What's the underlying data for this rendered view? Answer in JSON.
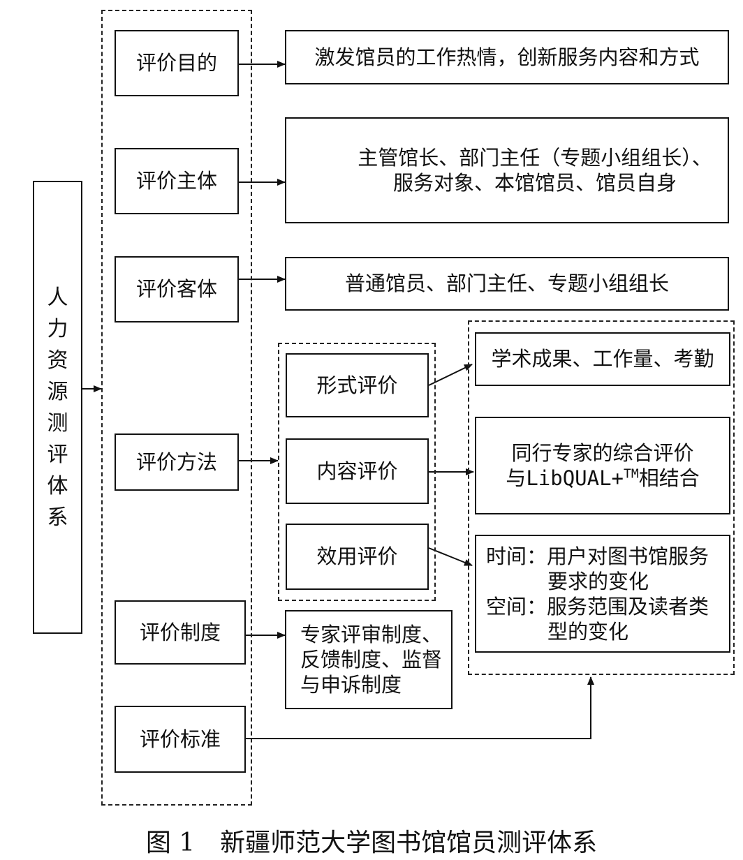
{
  "root": {
    "chars": [
      "人",
      "力",
      "资",
      "源",
      "测",
      "评",
      "体",
      "系"
    ]
  },
  "categories": {
    "purpose": "评价目的",
    "subject": "评价主体",
    "object": "评价客体",
    "method": "评价方法",
    "system": "评价制度",
    "standard": "评价标准"
  },
  "purpose_desc": "激发馆员的工作热情，创新服务内容和方式",
  "subject_desc": {
    "line1": "主管馆长、部门主任（专题小组组长）、",
    "line2": "服务对象、本馆馆员、馆员自身"
  },
  "object_desc": "普通馆员、部门主任、专题小组组长",
  "methods": {
    "form": "形式评价",
    "content": "内容评价",
    "utility": "效用评价"
  },
  "form_desc": "学术成果、工作量、考勤",
  "content_desc": {
    "line1": "同行专家的综合评价",
    "line2_pre": "与",
    "line2_code": "LibQUAL+",
    "line2_sup": "TM",
    "line2_post": "相结合"
  },
  "utility_desc": {
    "time_label": "时间：",
    "time_1": "用户对图书馆服务",
    "time_2": "要求的变化",
    "space_label": "空间：",
    "space_1": "服务范围及读者类",
    "space_2": "型的变化"
  },
  "system_desc": {
    "line1": "专家评审制度、",
    "line2": "反馈制度、监督",
    "line3": "与申诉制度"
  },
  "caption": "图 1　新疆师范大学图书馆馆员测评体系"
}
